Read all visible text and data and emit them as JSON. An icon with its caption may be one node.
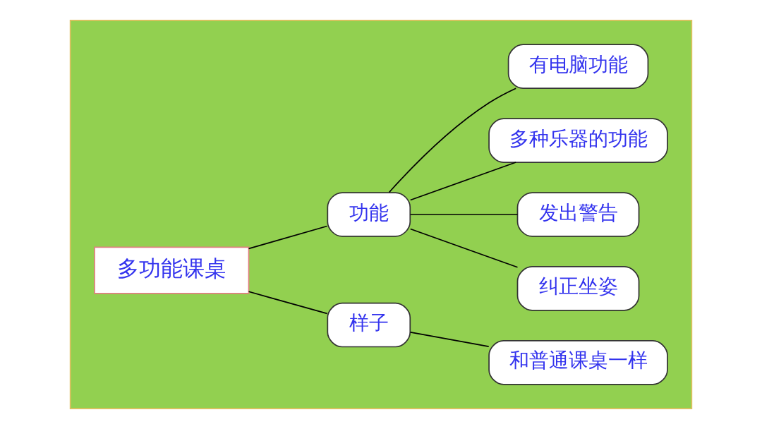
{
  "diagram": {
    "nodes": [
      {
        "text": [],
        "shape": "box"
      },
      {
        "text": [
          "多功能课桌"
        ],
        "in": 0
      },
      {
        "text": [
          "样子"
        ],
        "in": 0
      },
      {
        "text": [
          "功能"
        ],
        "in": 0
      },
      {
        "text": [
          "和普通课桌一样"
        ],
        "in": 0
      },
      {
        "text": [
          "纠正坐姿"
        ],
        "in": 0
      },
      {
        "text": [
          "发出警告"
        ],
        "in": 0
      },
      {
        "text": [
          "多种乐器的功能"
        ],
        "in": 0
      },
      {
        "text": [
          "有电脑功能"
        ],
        "in": 0
      }
    ],
    "edges": [
      {
        "from": 1,
        "to": 2,
        "arrow": "none"
      },
      {
        "from": 1,
        "to": 3,
        "arrow": "none"
      },
      {
        "from": 2,
        "to": 4,
        "arrow": "none"
      },
      {
        "from": 3,
        "to": 5,
        "arrow": "none"
      },
      {
        "from": 3,
        "to": 6,
        "arrow": "none"
      },
      {
        "from": 3,
        "to": 7,
        "arrow": "none"
      },
      {
        "from": 3,
        "to": 8,
        "arrow": "none"
      }
    ]
  }
}
